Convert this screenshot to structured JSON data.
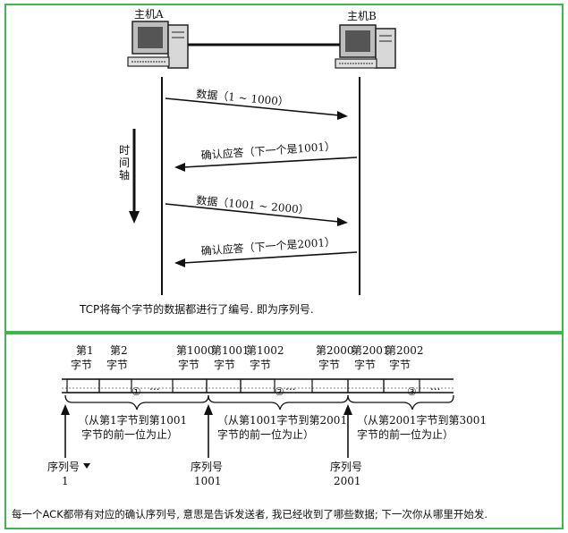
{
  "top": {
    "host_a": "主机A",
    "host_b": "主机B",
    "time_axis": [
      "时",
      "间",
      "轴"
    ],
    "messages": [
      {
        "label": "数据（1 ~ 1000）",
        "direction": "A-to-B"
      },
      {
        "label": "确认应答（下一个是1001）",
        "direction": "B-to-A"
      },
      {
        "label": "数据（1001 ~ 2000）",
        "direction": "A-to-B"
      },
      {
        "label": "确认应答（下一个是2001）",
        "direction": "B-to-A"
      }
    ],
    "caption": "TCP将每个字节的数据都进行了编号. 即为序列号."
  },
  "bottom": {
    "bytes": [
      {
        "line1": "第1",
        "line2": "字节"
      },
      {
        "line1": "第2",
        "line2": "字节"
      },
      {
        "line1": "第1000",
        "line2": "字节"
      },
      {
        "line1": "第1001",
        "line2": "字节"
      },
      {
        "line1": "第1002",
        "line2": "字节"
      },
      {
        "line1": "第2000",
        "line2": "字节"
      },
      {
        "line1": "第2001",
        "line2": "字节"
      },
      {
        "line1": "第2002",
        "line2": "字节"
      }
    ],
    "ellipsis": "...",
    "segments": [
      {
        "mark": "①",
        "desc1": "（从第1字节到第1001",
        "desc2": "字节的前一位为止）",
        "seq_label": "序列号",
        "seq_num": "1"
      },
      {
        "mark": "②",
        "desc1": "（从第1001字节到第2001",
        "desc2": "字节的前一位为止）",
        "seq_label": "序列号",
        "seq_num": "1001"
      },
      {
        "mark": "③",
        "desc1": "（从第2001字节到第3001",
        "desc2": "字节的前一位为止）",
        "seq_label": "序列号",
        "seq_num": "2001"
      }
    ],
    "caption": "每一个ACK都带有对应的确认序列号, 意思是告诉发送者, 我已经收到了哪些数据; 下一次你从哪里开始发."
  },
  "colors": {
    "border": "#3cb94e",
    "ink": "#111111"
  }
}
